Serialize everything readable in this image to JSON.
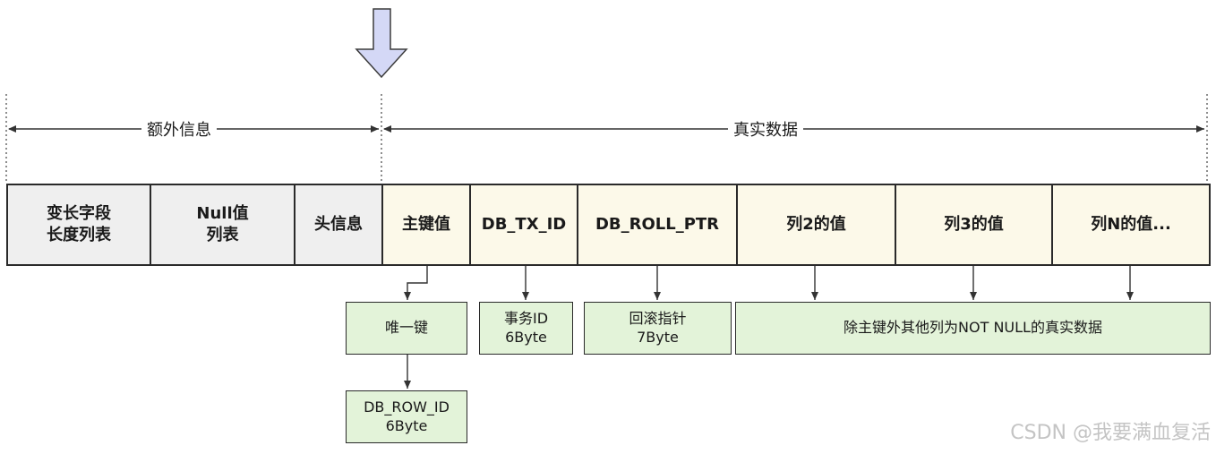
{
  "header": {
    "extra_info_label": "额外信息",
    "real_data_label": "真实数据"
  },
  "row_fields": [
    "变长字段\n长度列表",
    "Null值\n列表",
    "头信息",
    "主键值",
    "DB_TX_ID",
    "DB_ROLL_PTR",
    "列2的值",
    "列3的值",
    "列N的值..."
  ],
  "details": {
    "unique_key": "唯一键",
    "tx_id": "事务ID\n6Byte",
    "roll_ptr": "回滚指针\n7Byte",
    "other_columns": "除主键外其他列为NOT NULL的真实数据",
    "row_id": "DB_ROW_ID\n6Byte"
  },
  "watermark": "CSDN @我要满血复活",
  "colors": {
    "extra_fill": "#efefef",
    "data_fill": "#fcf9e9",
    "detail_fill": "#e3f3d9",
    "pointer_arrow": "#d4d8f6"
  }
}
